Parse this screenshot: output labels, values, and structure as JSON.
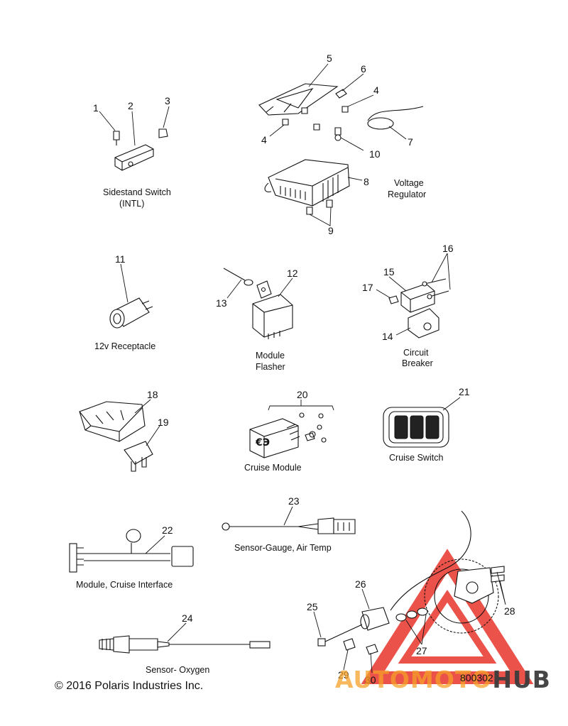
{
  "callouts": {
    "c1": "1",
    "c2": "2",
    "c3": "3",
    "c4a": "4",
    "c4b": "4",
    "c5": "5",
    "c6": "6",
    "c7": "7",
    "c8": "8",
    "c9": "9",
    "c10": "10",
    "c11": "11",
    "c12": "12",
    "c13": "13",
    "c14": "14",
    "c15": "15",
    "c16": "16",
    "c17": "17",
    "c18": "18",
    "c19": "19",
    "c20": "20",
    "c21": "21",
    "c22": "22",
    "c23": "23",
    "c24": "24",
    "c25": "25",
    "c26": "26",
    "c27": "27",
    "c28": "28",
    "c29": "29",
    "c30": "30"
  },
  "captions": {
    "sidestand_1": "Sidestand Switch",
    "sidestand_2": "(INTL)",
    "voltage_1": "Voltage",
    "voltage_2": "Regulator",
    "receptacle": "12v Receptacle",
    "flasher_1": "Module",
    "flasher_2": "Flasher",
    "breaker_1": "Circuit",
    "breaker_2": "Breaker",
    "cruise_module": "Cruise Module",
    "cruise_switch": "Cruise Switch",
    "air_temp": "Sensor-Gauge, Air Temp",
    "cruise_interface": "Module, Cruise Interface",
    "oxygen": "Sensor- Oxygen"
  },
  "footer": {
    "copyright": "© 2016 Polaris Industries Inc.",
    "figure_number": "800302"
  },
  "watermark": {
    "part_a": "AUTOMOTO",
    "part_b": "HUB",
    "color_accent": "#e8352b",
    "color_secondary": "#f5a028"
  }
}
